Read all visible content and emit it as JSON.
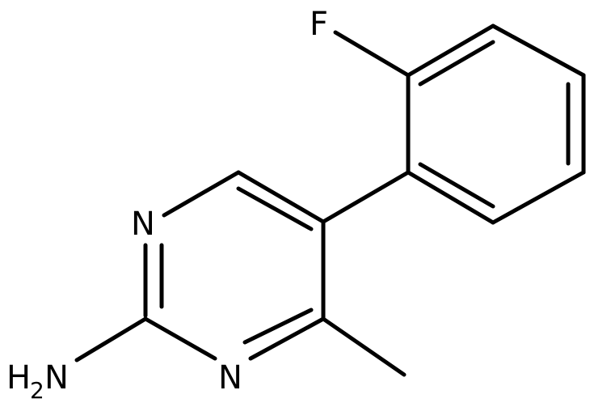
{
  "atoms": {
    "fluorine": "F",
    "ring_n_top": "N",
    "ring_n_bottom": "N",
    "amine_h": "H",
    "amine_h_count": "2",
    "amine_n": "N"
  },
  "colors": {
    "bond": "#000000",
    "label": "#000000",
    "background": "#ffffff"
  }
}
